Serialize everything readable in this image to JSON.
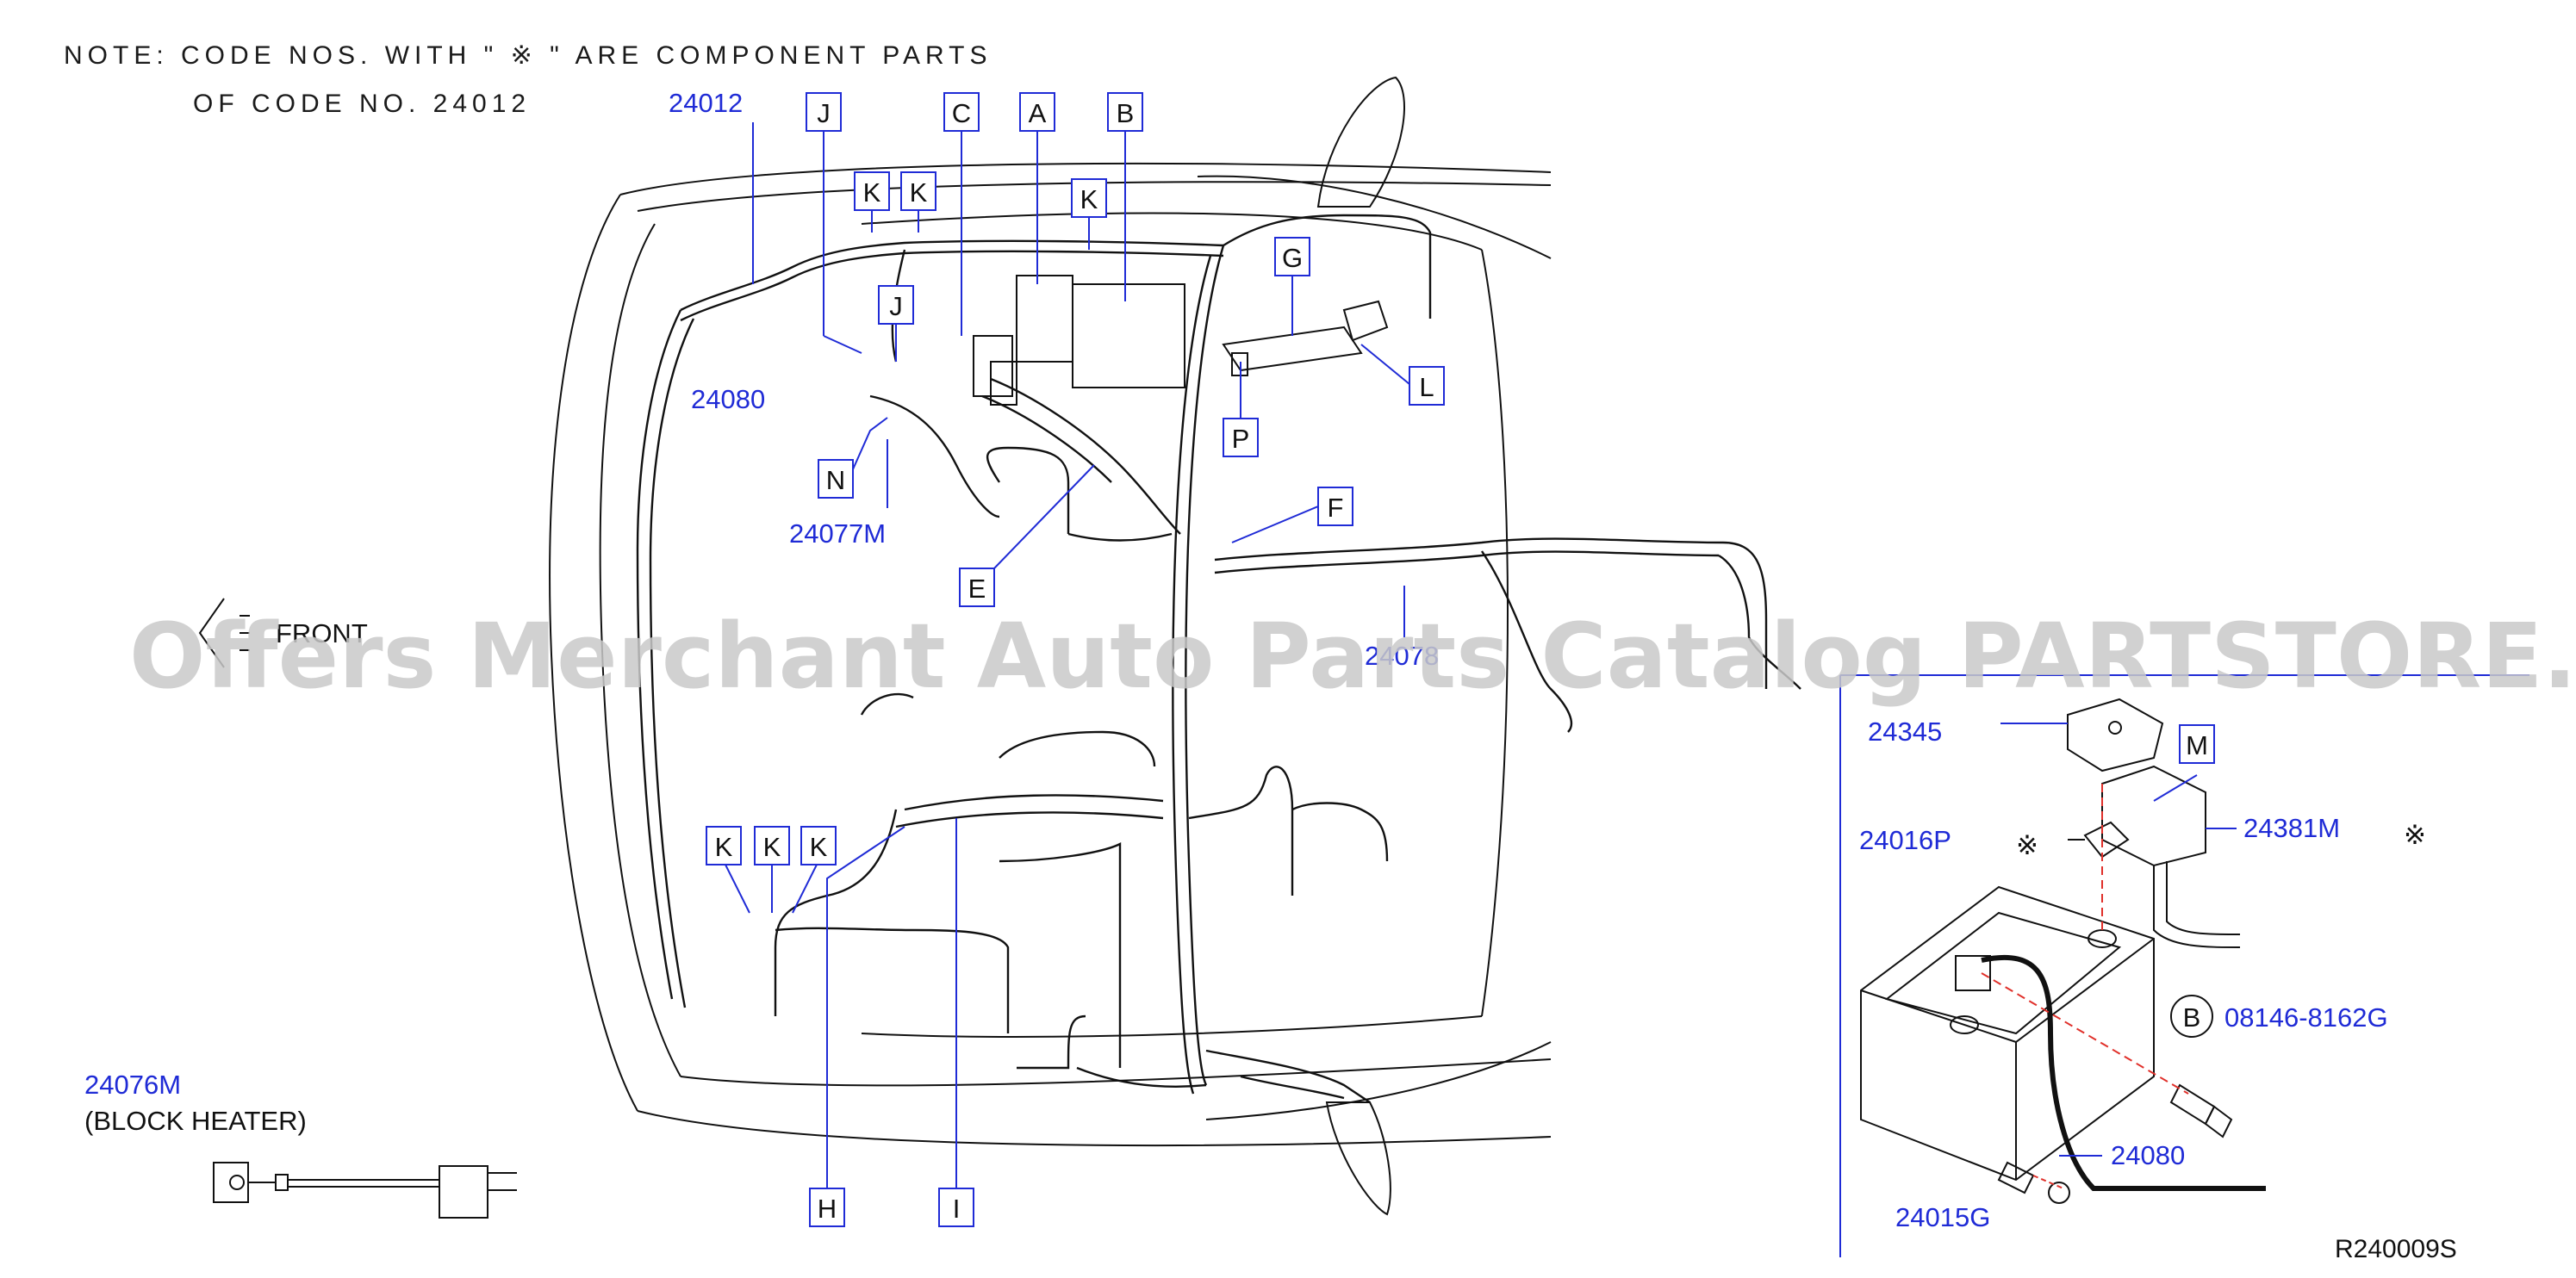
{
  "note": {
    "line1": "NOTE:  CODE  NOS.  WITH  \"  ※   \"  ARE  COMPONENT  PARTS",
    "line2": "OF  CODE  NO.  24012"
  },
  "front_label": "FRONT",
  "watermark": "Offers Merchant Auto Parts Catalog PARTSTORE.SA",
  "ref_code": "R240009S",
  "asterisk": "※",
  "parts": {
    "p24012": "24012",
    "p24080_left": "24080",
    "p24077M": "24077M",
    "p24078": "24078",
    "p24076M": "24076M",
    "block_heater": "(BLOCK  HEATER)",
    "p24345": "24345",
    "p24016P": "24016P",
    "p24381M": "24381M",
    "p08146": "08146-8162G",
    "p24080_right": "24080",
    "p24015G": "24015G"
  },
  "callouts": {
    "A": "A",
    "B": "B",
    "C": "C",
    "E": "E",
    "F": "F",
    "G": "G",
    "H": "H",
    "I": "I",
    "J": "J",
    "K": "K",
    "L": "L",
    "M": "M",
    "N": "N",
    "P": "P",
    "B_circle": "B"
  },
  "colors": {
    "part_number": "#1f2bd6",
    "line": "#111111",
    "watermark": "#c9c9c9",
    "dashed": "#e0302a"
  }
}
